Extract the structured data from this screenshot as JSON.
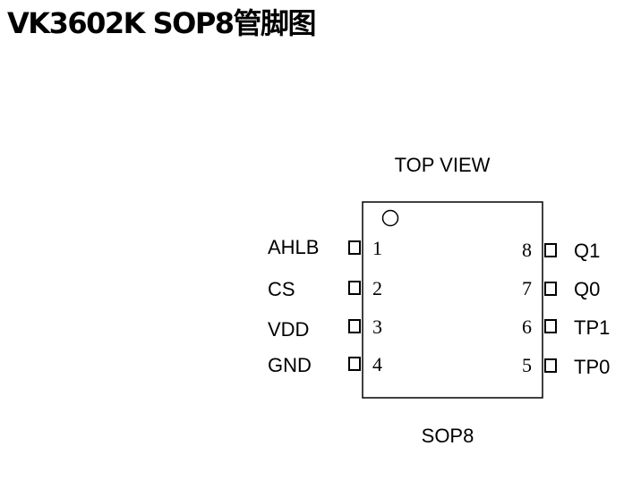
{
  "title": "VK3602K SOP8管脚图",
  "diagram": {
    "top_view_label": "TOP VIEW",
    "package_label": "SOP8",
    "left_pins": [
      {
        "number": "1",
        "name": "AHLB"
      },
      {
        "number": "2",
        "name": "CS"
      },
      {
        "number": "3",
        "name": "VDD"
      },
      {
        "number": "4",
        "name": "GND"
      }
    ],
    "right_pins": [
      {
        "number": "8",
        "name": "Q1"
      },
      {
        "number": "7",
        "name": "Q0"
      },
      {
        "number": "6",
        "name": "TP1"
      },
      {
        "number": "5",
        "name": "TP0"
      }
    ]
  }
}
